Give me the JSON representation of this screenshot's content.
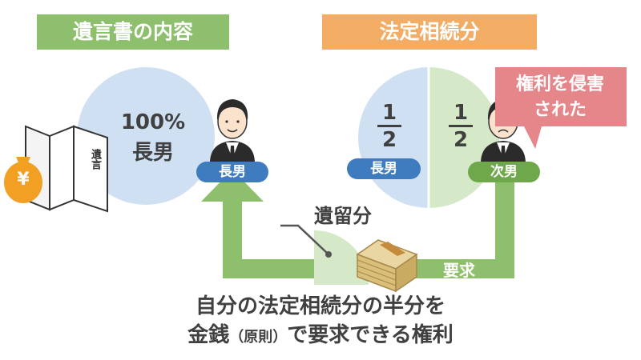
{
  "headers": {
    "left": "遺言書の内容",
    "right": "法定相続分"
  },
  "will_pie": {
    "percent": "100%",
    "heir": "長男"
  },
  "legal_pie": {
    "left_fraction": {
      "numerator": "1",
      "denominator": "2"
    },
    "right_fraction": {
      "numerator": "1",
      "denominator": "2"
    },
    "left_label": "長男",
    "right_label": "次男"
  },
  "persons": {
    "eldest_label": "長男",
    "second_label": "次男"
  },
  "callout": {
    "line1": "権利を侵害",
    "line2": "された"
  },
  "will_doc_text": "遺言",
  "money_bag_symbol": "¥",
  "iryubun_label": "遺留分",
  "demand_label": "要求",
  "caption": {
    "line1": "自分の法定相続分の半分を",
    "line2_a": "金銭",
    "line2_paren": "（原則）",
    "line2_b": "で要求できる権利"
  },
  "colors": {
    "green_header": "#8dbf6c",
    "orange_header": "#f2ac63",
    "pie_blue": "#cfe0f2",
    "pie_green": "#d5e8c7",
    "arrow_green": "#8dbf6c",
    "callout_red": "#e5868a",
    "pill_blue": "#3e7bbf",
    "pill_green": "#6fa84a"
  },
  "icons": [
    "money-bag-icon",
    "will-document-icon",
    "person-eldest-son-icon",
    "person-second-son-icon",
    "money-stack-icon"
  ]
}
